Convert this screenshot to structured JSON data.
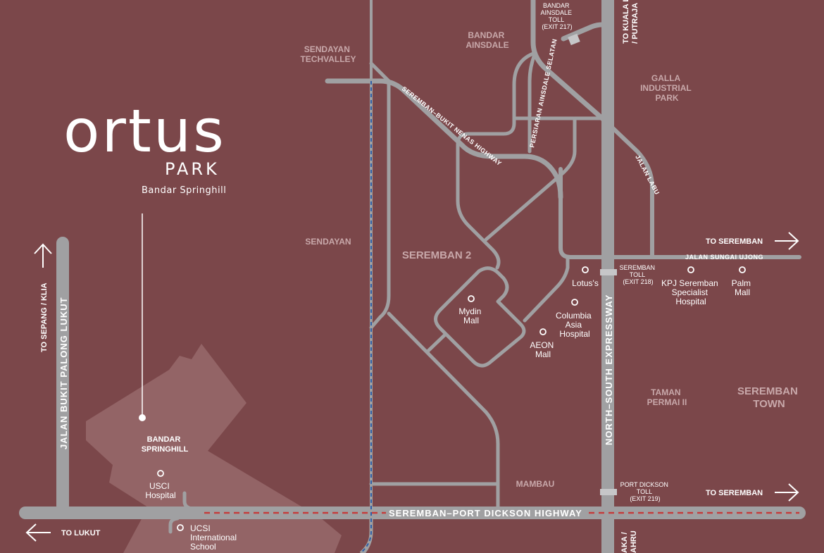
{
  "logo": {
    "main": "ortus",
    "sub": "PARK",
    "tagline": "Bandar Springhill"
  },
  "areas": {
    "sendayan_techvalley": [
      "SENDAYAN",
      "TECHVALLEY"
    ],
    "bandar_ainsdale": [
      "BANDAR",
      "AINSDALE"
    ],
    "galla": [
      "GALLA",
      "INDUSTRIAL",
      "PARK"
    ],
    "sendayan": "SENDAYAN",
    "seremban2": "SEREMBAN 2",
    "taman_permai": [
      "TAMAN",
      "PERMAI II"
    ],
    "seremban_town": [
      "SEREMBAN",
      "TOWN"
    ],
    "mambau": "MAMBAU",
    "bandar_springhill": [
      "BANDAR",
      "SPRINGHILL"
    ]
  },
  "pois": {
    "lotus": [
      "Lotus's"
    ],
    "mydin": [
      "Mydin",
      "Mall"
    ],
    "columbia": [
      "Columbia",
      "Asia",
      "Hospital"
    ],
    "aeon": [
      "AEON",
      "Mall"
    ],
    "kpj": [
      "KPJ Seremban",
      "Specialist",
      "Hospital"
    ],
    "palm": [
      "Palm",
      "Mall"
    ],
    "usci_hospital": [
      "USCI",
      "Hospital"
    ],
    "ucsi_school": [
      "UCSI",
      "International",
      "School"
    ]
  },
  "tolls": {
    "ainsdale": [
      "BANDAR",
      "AINSDALE",
      "TOLL",
      "(EXIT 217)"
    ],
    "seremban": [
      "SEREMBAN",
      "TOLL",
      "(EXIT 218)"
    ],
    "port_dickson": [
      "PORT DICKSON",
      "TOLL",
      "(EXIT 219)"
    ]
  },
  "directions": {
    "to_seremban_top": "TO SEREMBAN",
    "to_seremban_bottom": "TO SEREMBAN",
    "to_lukut": "TO LUKUT",
    "to_sepang": "TO SEPANG / KLIA",
    "to_kl_line1": "TO KUALA L",
    "to_kl_line2": "/ PUTRAJA",
    "to_melaka_line1": "AKA /",
    "to_melaka_line2": "AHRU"
  },
  "roads": {
    "north_south": "NORTH–SOUTH EXPRESSWAY",
    "seremban_pd": "SEREMBAN–PORT DICKSON HIGHWAY",
    "bukit_nenas": "SEREMBAN–BUKIT NENAS HIGHWAY",
    "ainsdale_selatan": "PERSIARAN AINSDALE SELATAN",
    "jalan_labu": "JALAN LABU",
    "sungai_ujong": "JALAN SUNGAI UJONG",
    "bukit_palong": "JALAN BUKIT PALONG LUKUT"
  },
  "colors": {
    "background": "#7b474a",
    "road": "#a0a0a2",
    "development": "#936466",
    "area_label": "#c8a8aa",
    "rail_blue": "#2f5fa8",
    "rail_red": "#c43c3c"
  }
}
